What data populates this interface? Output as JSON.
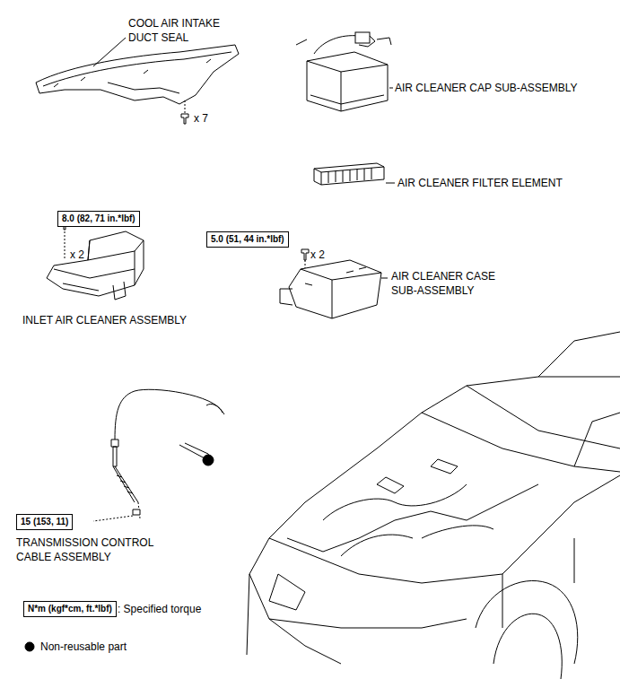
{
  "diagram": {
    "nodes": [
      {
        "text": [
          "8.0 (82, 71 in.*lbf)"
        ]
      },
      {
        "text": [
          "5.0 (51, 44 in.*lbf)"
        ]
      },
      {
        "text": [
          "15 (153, 11)"
        ]
      },
      {
        "text": [
          "N*m (kgf*cm, ft.*lbf)"
        ]
      }
    ],
    "labels": [
      "COOL AIR INTAKE DUCT SEAL",
      "x 7",
      "AIR CLEANER CAP SUB-ASSEMBLY",
      "AIR CLEANER FILTER ELEMENT",
      "x 2",
      "x 2",
      "INLET AIR CLEANER ASSEMBLY",
      "AIR CLEANER CASE SUB-ASSEMBLY",
      "TRANSMISSION CONTROL CABLE ASSEMBLY"
    ],
    "legend": [
      {
        "text": ": Specified torque"
      },
      {
        "text": "Non-reusable part"
      }
    ]
  }
}
